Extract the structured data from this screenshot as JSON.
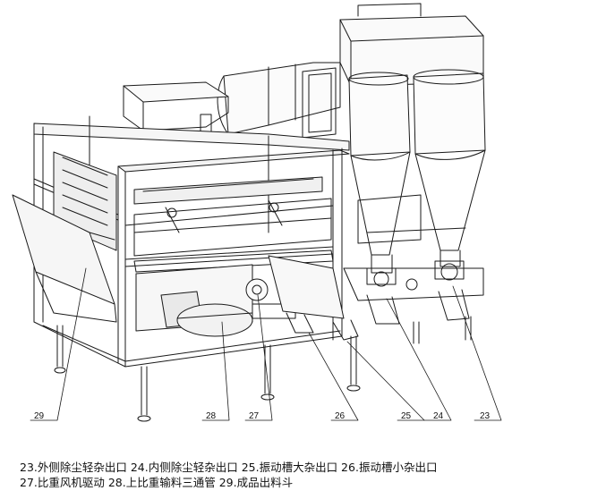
{
  "callouts": [
    "29",
    "28",
    "27",
    "26",
    "25",
    "24",
    "23"
  ],
  "caption": {
    "line1": "23.外侧除尘轻杂出口 24.内侧除尘轻杂出口 25.振动槽大杂出口 26.振动槽小杂出口",
    "line2": "27.比重风机驱动 28.上比重输料三通管 29.成品出料斗"
  },
  "colors": {
    "ink": "#111111",
    "paper": "#ffffff"
  }
}
